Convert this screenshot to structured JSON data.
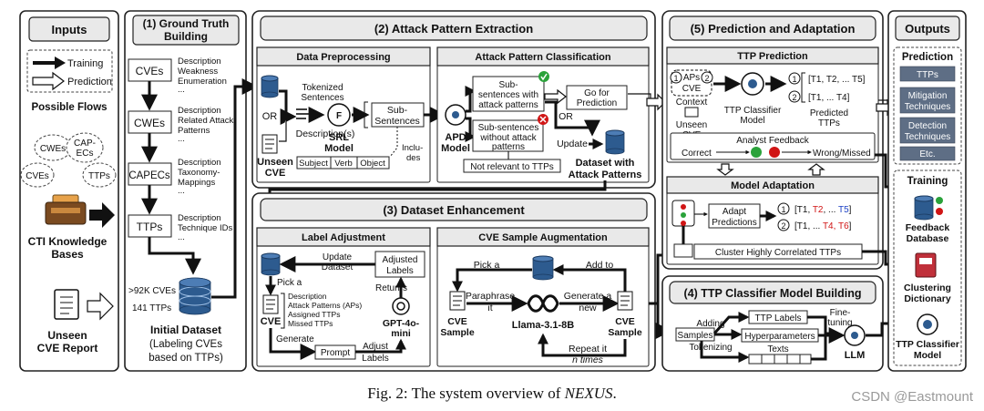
{
  "inputs": {
    "title": "Inputs",
    "legend_training": "Training",
    "legend_prediction": "Prediction",
    "flows_label": "Possible Flows",
    "cloud_cwes": "CWEs",
    "cloud_capecs_1": "CAP-",
    "cloud_capecs_2": "ECs",
    "cloud_cves": "CVEs",
    "cloud_ttps": "TTPs",
    "kb_line1": "CTI Knowledge",
    "kb_line2": "Bases",
    "report_line1": "Unseen",
    "report_line2": "CVE Report"
  },
  "ground_truth": {
    "title_line1": "(1) Ground Truth",
    "title_line2": "Building",
    "nodes": [
      {
        "label": "CVEs",
        "desc": [
          "Description",
          "Weakness",
          "Enumeration",
          "..."
        ]
      },
      {
        "label": "CWEs",
        "desc": [
          "Description",
          "Related Attack",
          "Patterns",
          "..."
        ]
      },
      {
        "label": "CAPECs",
        "desc": [
          "Description",
          "Taxonomy-",
          "Mappings",
          "..."
        ]
      },
      {
        "label": "TTPs",
        "desc": [
          "Description",
          "Technique IDs",
          "..."
        ]
      }
    ],
    "count_cves": ">92K CVEs",
    "count_ttps": "141 TTPs",
    "dataset_title": "Initial Dataset",
    "dataset_sub1": "(Labeling CVEs",
    "dataset_sub2": "based on TTPs)"
  },
  "attack_pattern": {
    "title": "(2) Attack Pattern Extraction",
    "preprocessing": {
      "title": "Data Preprocessing",
      "tokenized_1": "Tokenized",
      "tokenized_2": "Sentences",
      "or": "OR",
      "descriptions": "Description(s)",
      "srl_1": "SRL",
      "srl_2": "Model",
      "sub_1": "Sub-",
      "sub_2": "Sentences",
      "includes_1": "Inclu-",
      "includes_2": "des",
      "unseen_1": "Unseen",
      "unseen_2": "CVE",
      "tokens": [
        "Subject",
        "Verb",
        "Object"
      ]
    },
    "classification": {
      "title": "Attack Pattern Classification",
      "apd_1": "APD",
      "apd_2": "Model",
      "with_1": "Sub-",
      "with_2": "sentences with",
      "with_3": "attack patterns",
      "without_1": "Sub-sentences",
      "without_2": "without attack",
      "without_3": "patterns",
      "go_1": "Go for",
      "go_2": "Prediction",
      "or": "OR",
      "update": "Update",
      "not_relevant": "Not relevant to TTPs",
      "dataset_1": "Dataset with",
      "dataset_2": "Attack Patterns"
    }
  },
  "enhancement": {
    "title": "(3) Dataset Enhancement",
    "label_adjustment": {
      "title": "Label Adjustment",
      "update_1": "Update",
      "update_2": "Dataset",
      "adjusted_1": "Adjusted",
      "adjusted_2": "Labels",
      "pick": "Pick a",
      "returns": "Returns",
      "cve": "CVE",
      "fields": [
        "Description",
        "Attack Patterns (APs)",
        "Assigned TTPs",
        "Missed TTPs"
      ],
      "gpt_1": "GPT-4o-",
      "gpt_2": "mini",
      "generate": "Generate",
      "prompt": "Prompt",
      "adjust_1": "Adjust",
      "adjust_2": "Labels"
    },
    "augmentation": {
      "title": "CVE Sample Augmentation",
      "pick": "Pick a",
      "add": "Add to",
      "paraphrase_1": "Paraphrase",
      "paraphrase_2": "it",
      "generate_1": "Generate a",
      "generate_2": "new",
      "sample_left_1": "CVE",
      "sample_left_2": "Sample",
      "sample_right_1": "CVE",
      "sample_right_2": "Sample",
      "llama": "Llama-3.1-8B",
      "repeat_1": "Repeat it",
      "repeat_2": "n times"
    }
  },
  "prediction": {
    "title": "(5) Prediction and Adaptation",
    "ttp_prediction": {
      "title": "TTP Prediction",
      "aps": "APs",
      "cve": "CVE",
      "context": "Context",
      "unseen_1": "Unseen",
      "unseen_2": "CVE",
      "classifier_1": "TTP Classifier",
      "classifier_2": "Model",
      "predicted_1": "Predicted",
      "predicted_2": "TTPs",
      "out1": "[T1, T2, ... T5]",
      "out2": "[T1, ... T4]",
      "feedback": "Analyst Feedback",
      "correct": "Correct",
      "wrong": "Wrong/Missed"
    },
    "adaptation": {
      "title": "Model Adaptation",
      "adapt_1": "Adapt",
      "adapt_2": "Predictions",
      "out1_a": "[T1, ",
      "out1_b": "T2",
      "out1_c": ", ... ",
      "out1_d": "T5",
      "out1_e": "]",
      "out2_a": "[T1, ... ",
      "out2_b": "T4, T6",
      "out2_c": "]",
      "cluster": "Cluster Highly Correlated TTPs"
    }
  },
  "model_building": {
    "title": "(4) TTP Classifier Model Building",
    "adding": "Adding",
    "samples": "Samples",
    "tokenizing": "Tokenizing",
    "ttp_labels": "TTP Labels",
    "hyperparams": "Hyperparameters",
    "texts": "Texts",
    "fine_1": "Fine-",
    "fine_2": "tuning",
    "llm": "LLM"
  },
  "outputs": {
    "title": "Outputs",
    "prediction_title": "Prediction",
    "items": [
      "TTPs",
      "Mitigation Techniques",
      "Detection Techniques",
      "Etc."
    ],
    "items_lines": [
      [
        "TTPs"
      ],
      [
        "Mitigation",
        "Techniques"
      ],
      [
        "Detection",
        "Techniques"
      ],
      [
        "Etc."
      ]
    ],
    "training_title": "Training",
    "feedback_1": "Feedback",
    "feedback_2": "Database",
    "clustering_1": "Clustering",
    "clustering_2": "Dictionary",
    "classifier_1": "TTP Classifier",
    "classifier_2": "Model"
  },
  "caption": {
    "prefix": "Fig. 2: The system overview of ",
    "name": "NEXUS",
    "suffix": "."
  },
  "watermark": "CSDN @Eastmount",
  "colors": {
    "red": "#d01515",
    "blue": "#1a3fc4",
    "db": "#2d5b8f",
    "output": "#5e6e85"
  }
}
